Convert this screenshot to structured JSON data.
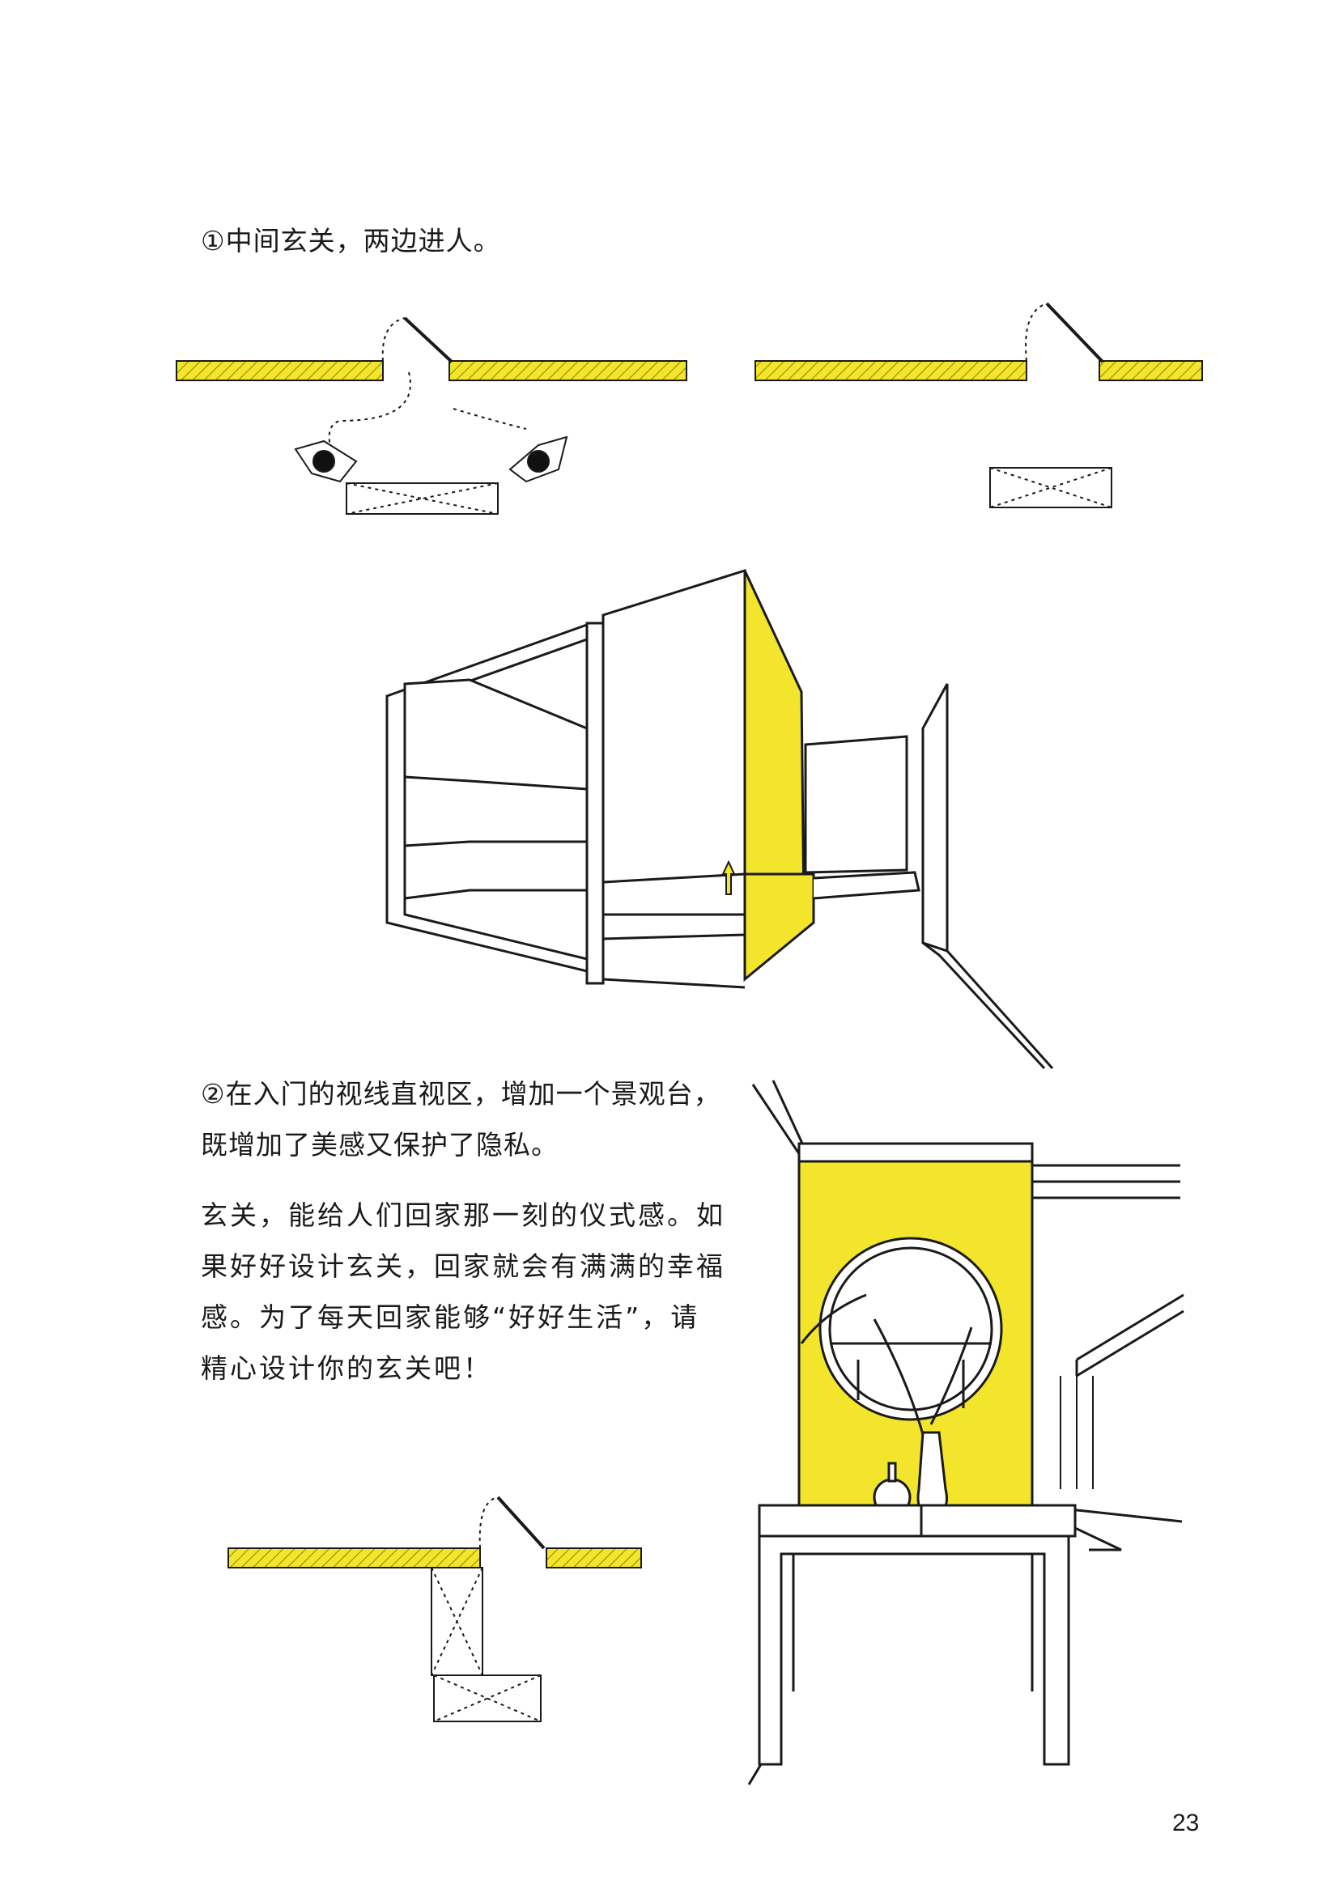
{
  "section1": {
    "heading": "①中间玄关，两边进人。"
  },
  "section2": {
    "heading_lines": [
      "②在入门的视线直视区，增加一个景观台，",
      "既增加了美感又保护了隐私。"
    ],
    "body_lines": [
      "玄关，能给人们回家那一刻的仪式感。如",
      "果好好设计玄关，回家就会有满满的幸福",
      "感。为了每天回家能够“好好生活”，请",
      "精心设计你的玄关吧！"
    ]
  },
  "page_number": "23",
  "colors": {
    "accent_yellow": "#f2e52c",
    "line": "#1a1a1a"
  }
}
